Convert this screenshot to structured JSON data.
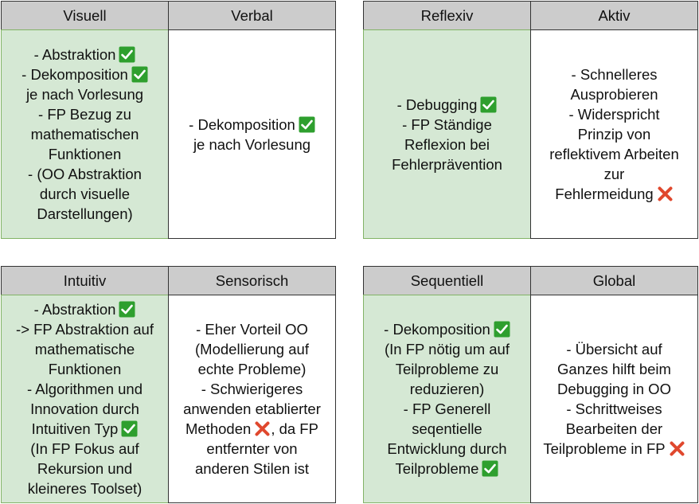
{
  "colors": {
    "header_fill": "#cccccc",
    "green_fill": "#d5e8d4",
    "green_border": "#82b366",
    "check_green": "#2e9f2e",
    "cross_red": "#e0482e"
  },
  "quadrants": [
    {
      "left": {
        "header": "Visuell",
        "lines": [
          {
            "t": "- Abstraktion",
            "icon": "check"
          },
          {
            "t": "- Dekomposition",
            "icon": "check"
          },
          {
            "t": "je nach Vorlesung"
          },
          {
            "t": "- FP Bezug zu"
          },
          {
            "t": "mathematischen"
          },
          {
            "t": "Funktionen"
          },
          {
            "t": "- (OO Abstraktion"
          },
          {
            "t": "durch visuelle"
          },
          {
            "t": "Darstellungen)"
          }
        ]
      },
      "right": {
        "header": "Verbal",
        "lines": [
          {
            "t": "- Dekomposition",
            "icon": "check"
          },
          {
            "t": "je nach Vorlesung"
          }
        ]
      }
    },
    {
      "left": {
        "header": "Reflexiv",
        "lines": [
          {
            "t": "- Debugging",
            "icon": "check"
          },
          {
            "t": "- FP Ständige"
          },
          {
            "t": "Reflexion bei"
          },
          {
            "t": "Fehlerprävention"
          }
        ]
      },
      "right": {
        "header": "Aktiv",
        "lines": [
          {
            "t": "- Schnelleres"
          },
          {
            "t": "Ausprobieren"
          },
          {
            "t": "- Widerspricht"
          },
          {
            "t": "Prinzip von"
          },
          {
            "t": "reflektivem Arbeiten"
          },
          {
            "t": "zur"
          },
          {
            "t": "Fehlermeidung",
            "icon": "cross"
          }
        ]
      }
    },
    {
      "left": {
        "header": "Intuitiv",
        "lines": [
          {
            "t": "- Abstraktion",
            "icon": "check"
          },
          {
            "t": "-> FP Abstraktion auf"
          },
          {
            "t": "mathematische"
          },
          {
            "t": "Funktionen"
          },
          {
            "t": "- Algorithmen und"
          },
          {
            "t": "Innovation durch"
          },
          {
            "t": "Intuitiven Typ",
            "icon": "check"
          },
          {
            "t": "(In FP Fokus auf"
          },
          {
            "t": "Rekursion und"
          },
          {
            "t": "kleineres Toolset)"
          }
        ]
      },
      "right": {
        "header": "Sensorisch",
        "lines": [
          {
            "t": "- Eher Vorteil OO"
          },
          {
            "t": "(Modellierung auf"
          },
          {
            "t": "echte Probleme)"
          },
          {
            "t": "- Schwierigeres"
          },
          {
            "t": "anwenden etablierter"
          },
          {
            "t": "Methoden",
            "icon": "cross",
            "after": ", da FP"
          },
          {
            "t": "entfernter von"
          },
          {
            "t": "anderen Stilen ist"
          }
        ]
      }
    },
    {
      "left": {
        "header": "Sequentiell",
        "lines": [
          {
            "t": "- Dekomposition",
            "icon": "check"
          },
          {
            "t": "(In FP nötig um auf"
          },
          {
            "t": "Teilprobleme zu"
          },
          {
            "t": "reduzieren)"
          },
          {
            "t": "- FP Generell"
          },
          {
            "t": "seqentielle"
          },
          {
            "t": "Entwicklung durch"
          },
          {
            "t": "Teilprobleme",
            "icon": "check"
          }
        ]
      },
      "right": {
        "header": "Global",
        "lines": [
          {
            "t": "- Übersicht auf"
          },
          {
            "t": "Ganzes hilft beim"
          },
          {
            "t": "Debugging in OO"
          },
          {
            "t": "- Schrittweises"
          },
          {
            "t": "Bearbeiten der"
          },
          {
            "t": "Teilprobleme in FP",
            "icon": "cross"
          }
        ]
      }
    }
  ]
}
